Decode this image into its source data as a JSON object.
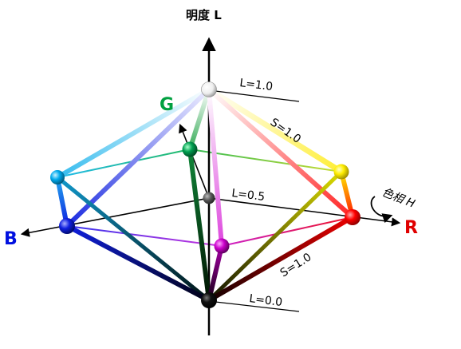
{
  "axes": {
    "lightness": "明度 L",
    "hue_label": "色相 H",
    "red": "R",
    "green": "G",
    "blue": "B"
  },
  "annotations": {
    "l_top": "L=1.0",
    "l_mid": "L=0.5",
    "l_bottom": "L=0.0",
    "s_upper": "S=1.0",
    "s_lower": "S=1.0"
  },
  "colors": {
    "white": "#ffffff",
    "black": "#000000",
    "gray": "#555555",
    "red": "#ff0000",
    "yellow": "#ffee00",
    "green": "#00a050",
    "cyan": "#00aaee",
    "blue": "#1020e0",
    "magenta": "#cc00cc",
    "label_red": "#e00000",
    "label_green": "#00a040",
    "label_blue": "#0010e0"
  }
}
